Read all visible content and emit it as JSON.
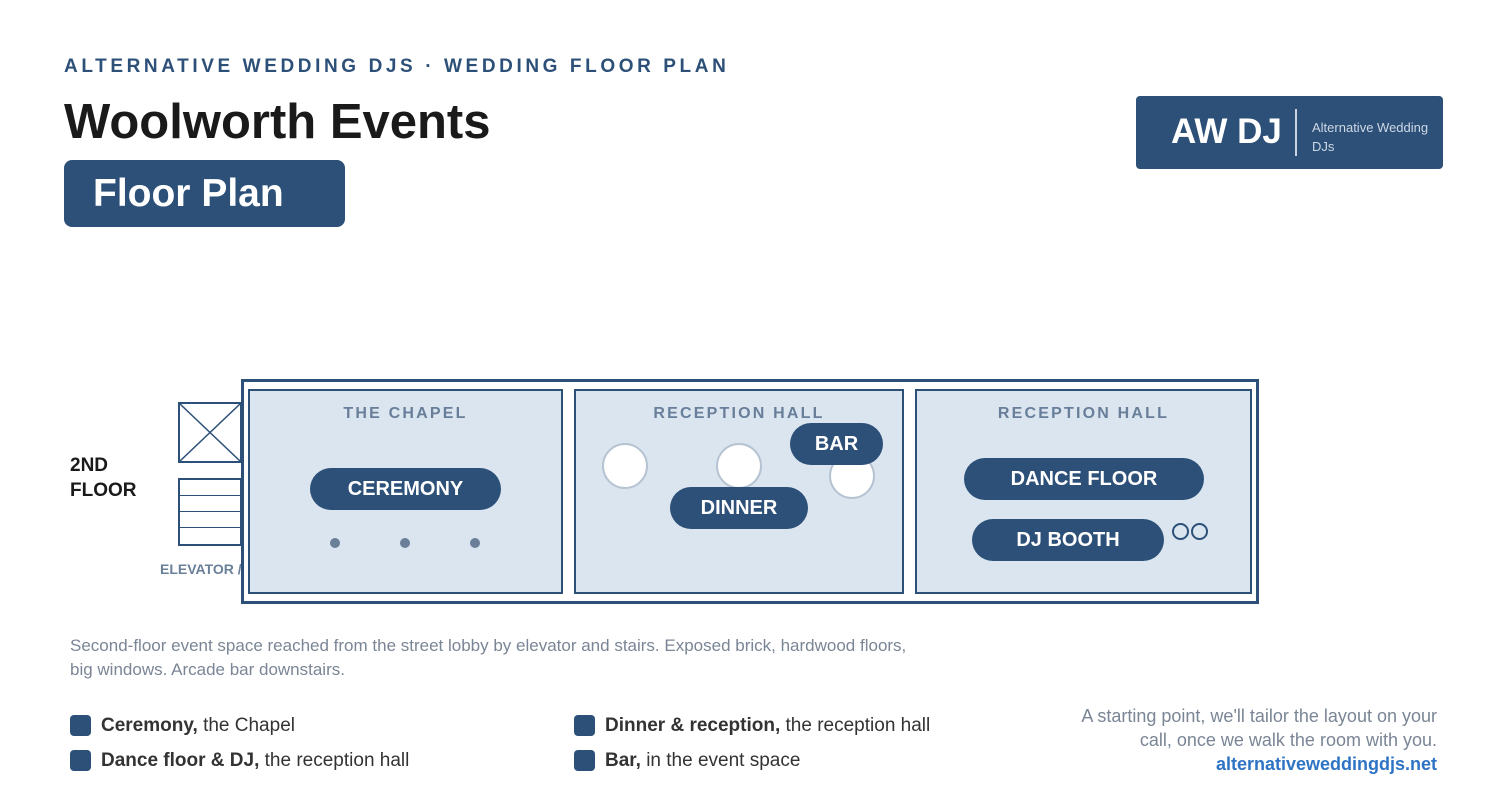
{
  "header": {
    "eyebrow": "ALTERNATIVE WEDDING DJS · WEDDING FLOOR PLAN",
    "title": "Woolworth Events",
    "pill": "Floor Plan"
  },
  "logo": {
    "mark": "AW DJ",
    "tagline": "Alternative Wedding DJs"
  },
  "plan": {
    "floor_label": "2ND FLOOR",
    "elevator_label": "ELEVATOR / STAIRS",
    "rooms": [
      {
        "label": "THE CHAPEL",
        "zones": [
          "CEREMONY"
        ]
      },
      {
        "label": "RECEPTION HALL",
        "zones": [
          "BAR",
          "DINNER"
        ]
      },
      {
        "label": "RECEPTION HALL",
        "zones": [
          "DANCE FLOOR",
          "DJ BOOTH"
        ]
      }
    ]
  },
  "description": "Second-floor event space reached from the street lobby by elevator and stairs. Exposed brick, hardwood floors, big windows. Arcade bar downstairs.",
  "legend": [
    {
      "bold": "Ceremony,",
      "rest": "the Chapel"
    },
    {
      "bold": "Dinner & reception,",
      "rest": "the reception hall"
    },
    {
      "bold": "Dance floor & DJ,",
      "rest": "the reception hall"
    },
    {
      "bold": "Bar,",
      "rest": "in the event space"
    }
  ],
  "footer": {
    "note": "A starting point, we'll tailor the layout on your call, once we walk the room with you.",
    "link": "alternativeweddingdjs.net"
  },
  "colors": {
    "brand": "#2d5078",
    "room_fill": "#dae5f0",
    "link": "#2f74c4"
  }
}
